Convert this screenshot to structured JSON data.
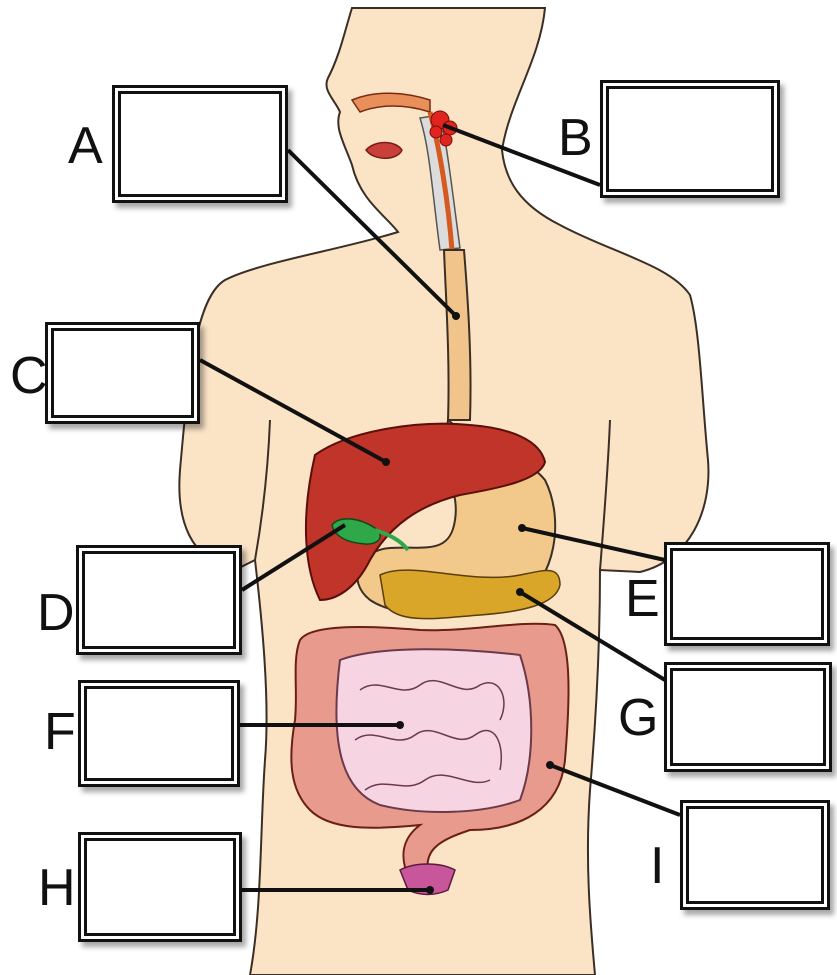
{
  "labels": {
    "a": "A",
    "b": "B",
    "c": "C",
    "d": "D",
    "e": "E",
    "f": "F",
    "g": "G",
    "h": "H",
    "i": "I"
  },
  "answer_boxes": {
    "a": "",
    "b": "",
    "c": "",
    "d": "",
    "e": "",
    "f": "",
    "g": "",
    "h": "",
    "i": ""
  },
  "colors": {
    "skin": "#fbe3c6",
    "skin_outline": "#3a2e25",
    "liver": "#c0342a",
    "gallbladder": "#2fa84a",
    "stomach": "#f2c98a",
    "pancreas": "#d9a62a",
    "large_intestine": "#e89a8c",
    "small_intestine": "#f6d4e2",
    "rectum": "#c7579a",
    "esophagus": "#f0c48a",
    "salivary": "#e0241f"
  }
}
